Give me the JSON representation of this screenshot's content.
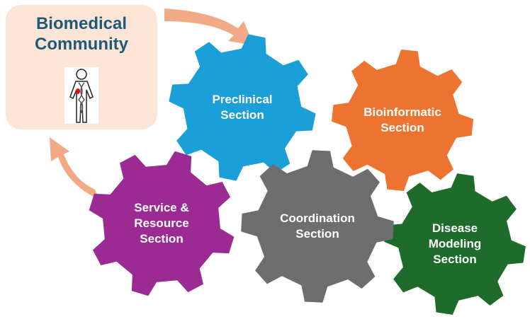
{
  "community": {
    "title_line1": "Biomedical",
    "title_line2": "Community",
    "icon": "human-dna-icon"
  },
  "gears": [
    {
      "id": "preclinical",
      "line1": "Preclinical",
      "line2": "Section",
      "color": "#1a9fd8"
    },
    {
      "id": "bioinformatic",
      "line1": "Bioinformatic",
      "line2": "Section",
      "color": "#ed7430"
    },
    {
      "id": "service",
      "line1": "Service &",
      "line2": "Resource",
      "line3": "Section",
      "color": "#9b2a92"
    },
    {
      "id": "disease",
      "line1": "Disease",
      "line2": "Modeling",
      "line3": "Section",
      "color": "#1e6b2b"
    },
    {
      "id": "coordination",
      "line1": "Coordination",
      "line2": "Section",
      "color": "#6e6e6e"
    }
  ],
  "colors": {
    "arrow": "#f2aa86",
    "box": "#fce4d6",
    "title": "#1d5b7a"
  }
}
